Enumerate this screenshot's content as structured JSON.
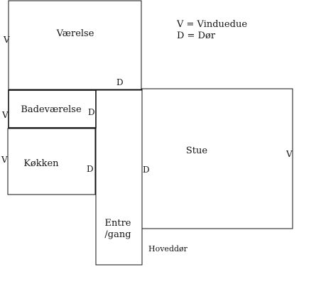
{
  "legend": {
    "window": "V = Vinduedue",
    "door": "D = Dør"
  },
  "rooms": {
    "vaerelse": "Værelse",
    "badevaerelse": "Badeværelse",
    "kokken": "Køkken",
    "stue": "Stue",
    "entre_line1": "Entre",
    "entre_line2": "/gang"
  },
  "marks": {
    "window": "V",
    "door": "D"
  },
  "labels": {
    "main_door": "Hoveddør"
  },
  "colors": {
    "line": "#111111",
    "background": "#ffffff"
  }
}
